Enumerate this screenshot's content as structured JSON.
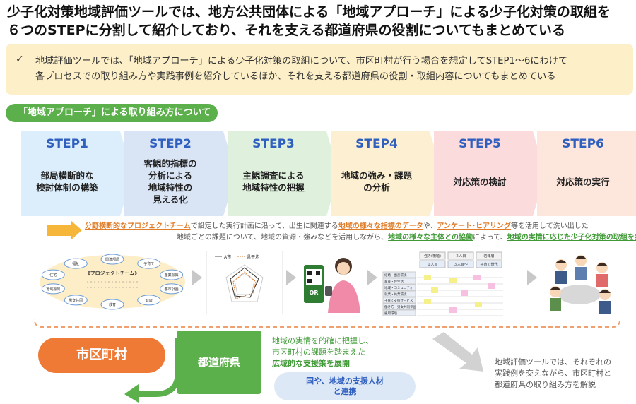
{
  "title": {
    "line1": "少子化対策地域評価ツールでは、地方公共団体による「地域アプローチ」による少子化対策の取組を",
    "line2": "６つのSTEPに分割して紹介しており、それを支える都道府県の役割についてもまとめている"
  },
  "summary": {
    "check": "✓",
    "line1": "地域評価ツールでは、「地域アプローチ」による少子化対策の取組について、市区町村が行う場合を想定してSTEP1～6にわけて",
    "line2": "各プロセスでの取り組み方や実践事例を紹介しているほか、それを支える都道府県の役割・取組内容についてもまとめている"
  },
  "section_pill": "「地域アプローチ」による取り組み方について",
  "steps": [
    {
      "num": "STEP1",
      "label": "部局横断的な\n検討体制の構築",
      "color": "#dceefb"
    },
    {
      "num": "STEP2",
      "label": "客観的指標の\n分析による\n地域特性の\n見える化",
      "color": "#d9e4f5"
    },
    {
      "num": "STEP3",
      "label": "主観調査による\n地域特性の把握",
      "color": "#dff1dc"
    },
    {
      "num": "STEP4",
      "label": "地域の強み・課題\nの分析",
      "color": "#fdf0d2"
    },
    {
      "num": "STEP5",
      "label": "対応策の検討",
      "color": "#fbdbdb"
    },
    {
      "num": "STEP6",
      "label": "対応策の実行",
      "color": "#fde6dc"
    }
  ],
  "notes": {
    "l1_a": "分野横断的なプロジェクトチーム",
    "l1_b": "で設定した実行計画に沿って、出生に関連する",
    "l1_c": "地域の様々な指標のデータ",
    "l1_d": "や、",
    "l1_e": "アンケート･ヒアリング",
    "l1_f": "等を活用して洗い出した",
    "l2_a": "地域ごとの課題について、地域の資源・強みなどを活用しながら、",
    "l2_b": "地域の様々な主体との協働",
    "l2_c": "によって、",
    "l2_d": "地域の実情に応じた少子化対策の取組を実践",
    "l2_e": "！"
  },
  "illustrations": {
    "team_title": "《プロジェクトチーム》",
    "team_nodes": [
      "関連部局",
      "子育て",
      "産業振興",
      "都市計画",
      "健康",
      "教育",
      "男女共同",
      "地域振興",
      "住宅",
      "福祉"
    ],
    "radar_legend_a": "A市",
    "radar_legend_b": "県平均",
    "qr_label": "QR",
    "matrix_headers": [
      "強み(横軸)",
      "２人目",
      "若年層",
      "１人目",
      "３人目～",
      "子育て世代"
    ],
    "matrix_rows": [
      "結婚・出産環境",
      "家族・住生活",
      "地域・コミュニティ",
      "就業・共業環境",
      "子育て支援サービス",
      "働き方・男女共同参画",
      "雇用環境"
    ]
  },
  "bottom": {
    "city": "市区町村",
    "prefecture": "都道府県",
    "pref_note_l1": "地域の実情を的確に把握し、",
    "pref_note_l2": "市区町村の課題を踏まえた",
    "pref_note_l3": "広域的な支援策を展開",
    "support_l1": "国や、地域の支援人材",
    "support_l2": "と連携",
    "tool_note_l1": "地域評価ツールでは、それぞれの",
    "tool_note_l2": "実践例を交えながら、市区町村と",
    "tool_note_l3": "都道府県の取り組み方を解説"
  },
  "colors": {
    "step_text": "#2f5fbf",
    "green": "#5cb04b",
    "orange": "#ee7a35",
    "summary_bg": "#fdf0c8"
  }
}
